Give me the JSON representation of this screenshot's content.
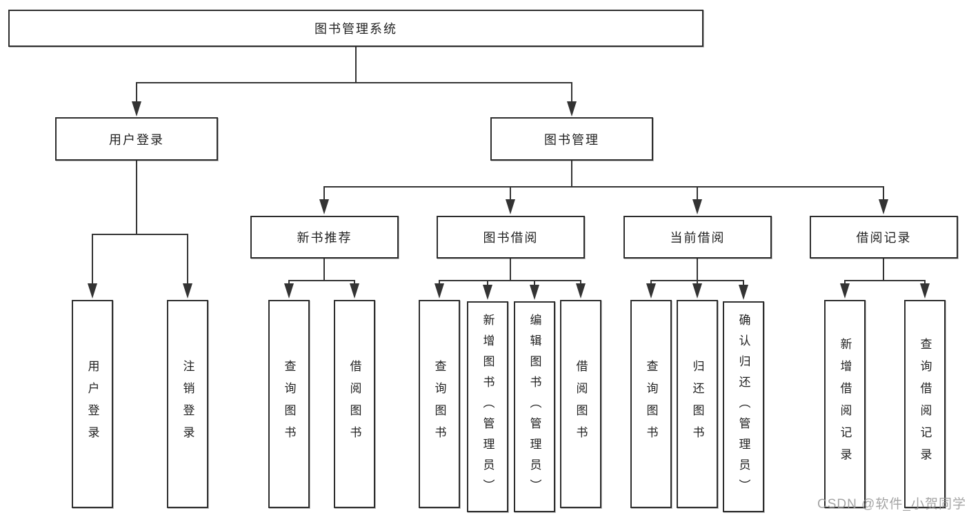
{
  "watermark": "CSDN @软件_小贺同学",
  "colors": {
    "line": "#333333",
    "box_border": "#2d2d2d",
    "box_fill": "#ffffff",
    "text": "#1f1f1f",
    "watermark": "#949494"
  },
  "tree": {
    "label": "图书管理系统",
    "children": [
      {
        "label": "用户登录",
        "children": [
          {
            "label": "用户登录"
          },
          {
            "label": "注销登录"
          }
        ]
      },
      {
        "label": "图书管理",
        "children": [
          {
            "label": "新书推荐",
            "children": [
              {
                "label": "查询图书"
              },
              {
                "label": "借阅图书"
              }
            ]
          },
          {
            "label": "图书借阅",
            "children": [
              {
                "label": "查询图书"
              },
              {
                "label": "新增图书（管理员）"
              },
              {
                "label": "编辑图书（管理员）"
              },
              {
                "label": "借阅图书"
              }
            ]
          },
          {
            "label": "当前借阅",
            "children": [
              {
                "label": "查询图书"
              },
              {
                "label": "归还图书"
              },
              {
                "label": "确认归还（管理员）"
              }
            ]
          },
          {
            "label": "借阅记录",
            "children": [
              {
                "label": "新增借阅记录"
              },
              {
                "label": "查询借阅记录"
              }
            ]
          }
        ]
      }
    ]
  }
}
